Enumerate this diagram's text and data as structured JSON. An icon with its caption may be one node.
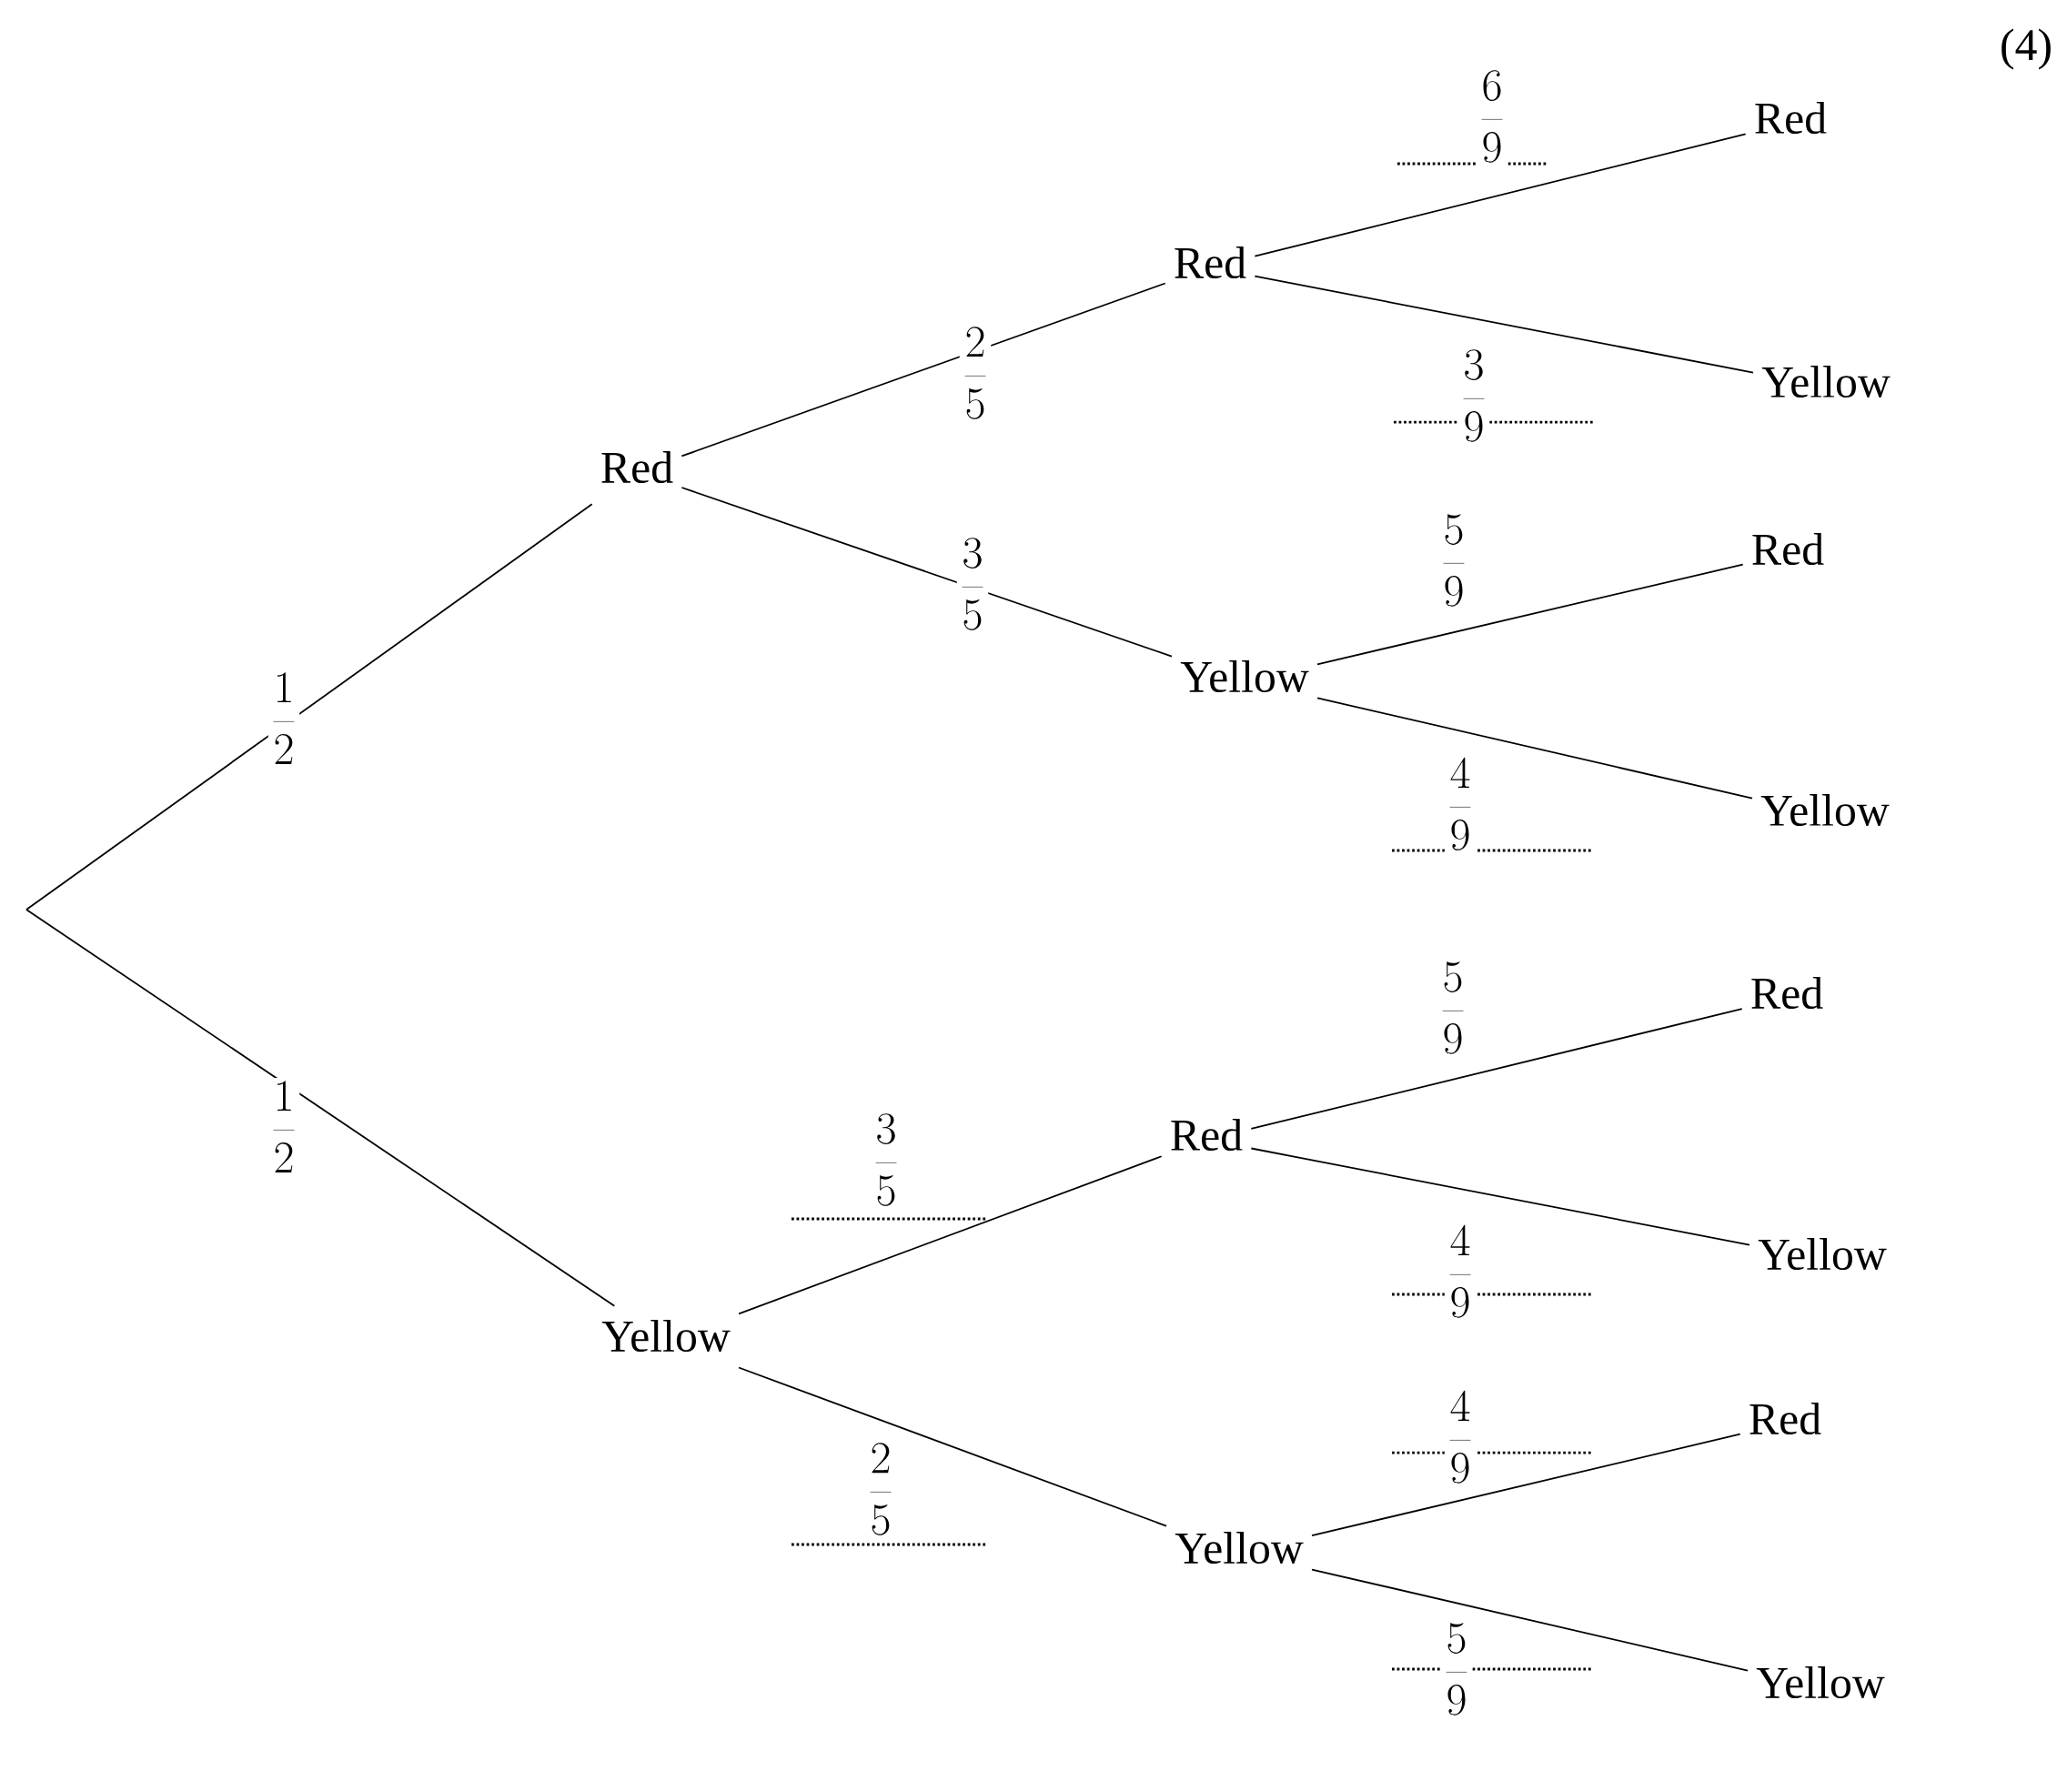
{
  "diagram": {
    "nodes": [
      {
        "text": [
          "Red"
        ]
      },
      {
        "text": [
          "Yellow"
        ]
      },
      {
        "text": [
          "Red"
        ]
      },
      {
        "text": [
          "Yellow"
        ]
      },
      {
        "text": [
          "Red"
        ]
      },
      {
        "text": [
          "Yellow"
        ]
      },
      {
        "text": [
          "Red"
        ]
      },
      {
        "text": [
          "Yellow"
        ]
      },
      {
        "text": [
          "Red"
        ]
      },
      {
        "text": [
          "Yellow"
        ]
      },
      {
        "text": [
          "Red"
        ]
      },
      {
        "text": [
          "Yellow"
        ]
      },
      {
        "text": [
          "Red"
        ]
      },
      {
        "text": [
          "Yellow"
        ]
      }
    ],
    "edges": [
      {
        "from": null,
        "to": 0,
        "arrow": "none",
        "label": "\\frac{1}{2}"
      },
      {
        "from": null,
        "to": 1,
        "arrow": "none",
        "label": "\\frac{1}{2}"
      },
      {
        "from": 0,
        "to": 2,
        "arrow": "none",
        "label": "\\frac{2}{5}"
      },
      {
        "from": 0,
        "to": 3,
        "arrow": "none",
        "label": "\\frac{3}{5}"
      },
      {
        "from": 1,
        "to": 4,
        "arrow": "none",
        "label": "\\frac{3}{5}"
      },
      {
        "from": 1,
        "to": 5,
        "arrow": "none",
        "label": "\\frac{2}{5}"
      },
      {
        "from": 2,
        "to": 6,
        "arrow": "none",
        "label": "\\frac{6}{9}"
      },
      {
        "from": 2,
        "to": 7,
        "arrow": "none",
        "label": "\\frac{3}{9}"
      },
      {
        "from": 3,
        "to": 8,
        "arrow": "none",
        "label": "\\frac{5}{9}"
      },
      {
        "from": 3,
        "to": 9,
        "arrow": "none",
        "label": "\\frac{4}{9}"
      },
      {
        "from": 4,
        "to": 10,
        "arrow": "none",
        "label": "\\frac{5}{9}"
      },
      {
        "from": 4,
        "to": 11,
        "arrow": "none",
        "label": "\\frac{4}{9}"
      },
      {
        "from": 5,
        "to": 12,
        "arrow": "none",
        "label": "\\frac{4}{9}"
      },
      {
        "from": 5,
        "to": 13,
        "arrow": "none",
        "label": "\\frac{5}{9}"
      }
    ],
    "labels": [
      "(4)"
    ]
  }
}
